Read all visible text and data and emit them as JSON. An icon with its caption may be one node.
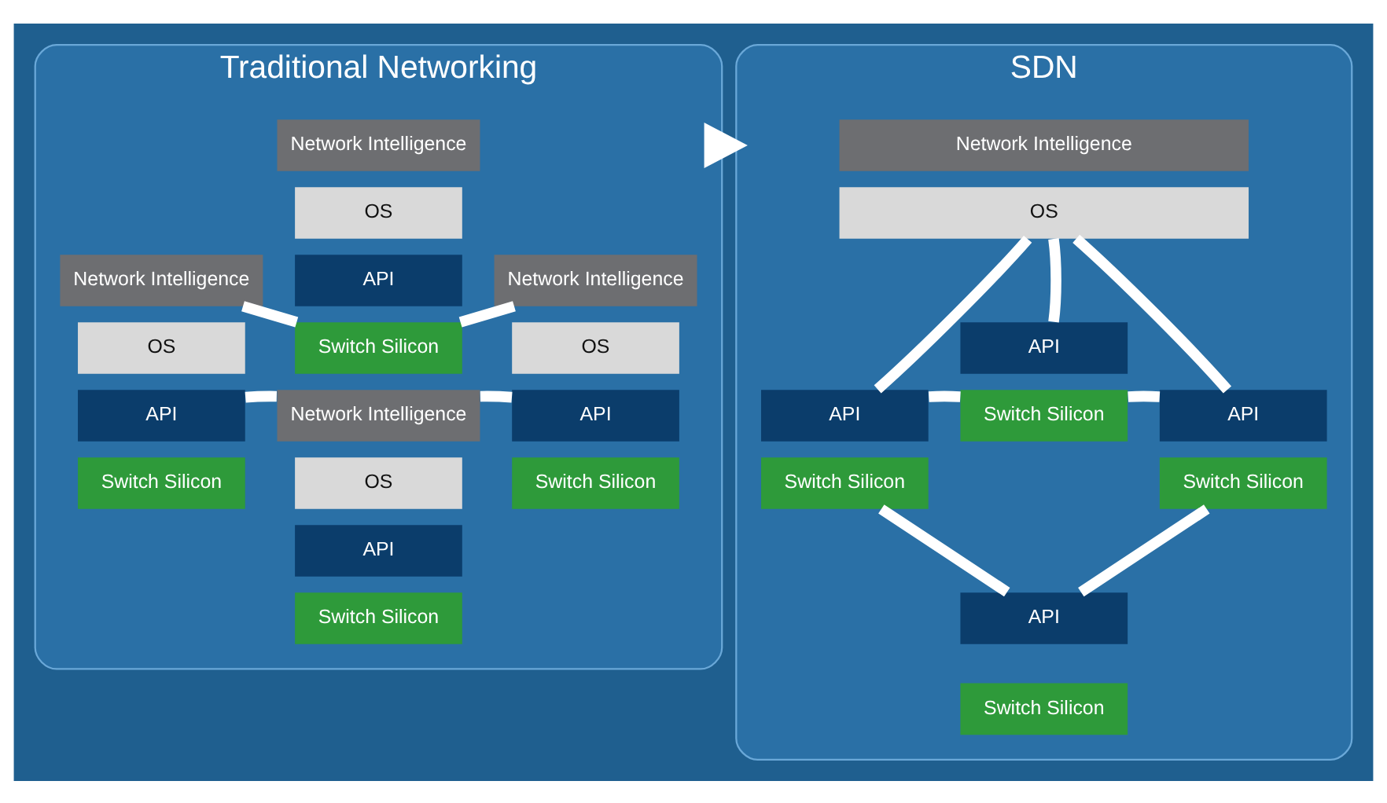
{
  "diagram": {
    "nodes": [
      {
        "text": [
          "Traditional Networking"
        ]
      },
      {
        "text": [
          "Network Intelligence"
        ],
        "in": 0
      },
      {
        "text": [
          "OS"
        ],
        "in": 0
      },
      {
        "text": [
          "API"
        ],
        "in": 0
      },
      {
        "text": [
          "Switch Silicon"
        ],
        "in": 0
      },
      {
        "text": [
          "Network Intelligence"
        ],
        "in": 0
      },
      {
        "text": [
          "OS"
        ],
        "in": 0
      },
      {
        "text": [
          "API"
        ],
        "in": 0
      },
      {
        "text": [
          "Switch Silicon"
        ],
        "in": 0
      },
      {
        "text": [
          "Network Intelligence"
        ],
        "in": 0
      },
      {
        "text": [
          "OS"
        ],
        "in": 0
      },
      {
        "text": [
          "API"
        ],
        "in": 0
      },
      {
        "text": [
          "Switch Silicon"
        ],
        "in": 0
      },
      {
        "text": [
          "Network Intelligence"
        ],
        "in": 0
      },
      {
        "text": [
          "OS"
        ],
        "in": 0
      },
      {
        "text": [
          "API"
        ],
        "in": 0
      },
      {
        "text": [
          "Switch Silicon"
        ],
        "in": 0
      },
      {
        "text": [
          "SDN"
        ]
      },
      {
        "text": [
          "Network Intelligence"
        ],
        "in": 17
      },
      {
        "text": [
          "OS"
        ],
        "in": 17
      },
      {
        "text": [
          "API"
        ],
        "in": 17
      },
      {
        "text": [
          "Switch Silicon"
        ],
        "in": 17
      },
      {
        "text": [
          "API"
        ],
        "in": 17
      },
      {
        "text": [
          "Switch Silicon"
        ],
        "in": 17
      },
      {
        "text": [
          "API"
        ],
        "in": 17
      },
      {
        "text": [
          "Switch Silicon"
        ],
        "in": 17
      },
      {
        "text": [
          "API"
        ],
        "in": 17
      },
      {
        "text": [
          "Switch Silicon"
        ],
        "in": 17
      }
    ],
    "edges": [
      {
        "from": 4,
        "to": 5,
        "arrow": "none"
      },
      {
        "from": 4,
        "to": 9,
        "arrow": "none"
      },
      {
        "from": 7,
        "to": 13,
        "arrow": "none"
      },
      {
        "from": 11,
        "to": 13,
        "arrow": "none"
      },
      {
        "from": 0,
        "to": 17,
        "arrow": "to"
      },
      {
        "from": 19,
        "to": 22,
        "arrow": "none"
      },
      {
        "from": 19,
        "to": 20,
        "arrow": "none"
      },
      {
        "from": 19,
        "to": 24,
        "arrow": "none"
      },
      {
        "from": 21,
        "to": 22,
        "arrow": "none"
      },
      {
        "from": 21,
        "to": 24,
        "arrow": "none"
      },
      {
        "from": 23,
        "to": 26,
        "arrow": "none"
      },
      {
        "from": 25,
        "to": 26,
        "arrow": "none"
      }
    ]
  }
}
